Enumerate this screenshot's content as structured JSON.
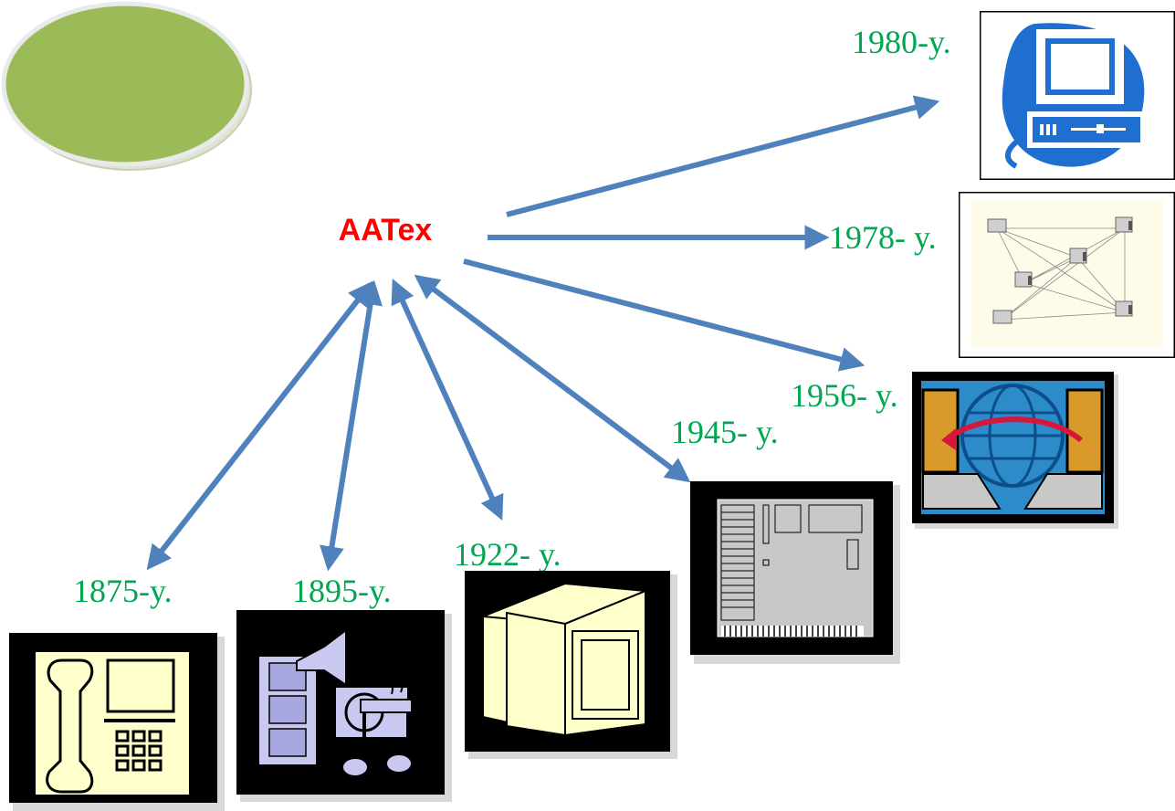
{
  "colors": {
    "hub_fill": "#9bbb59",
    "hub_text": "#ff0000",
    "arrow": "#4f81bd",
    "label": "#00a650",
    "clip_bg": "#000000",
    "clip_cream": "#ffffcc",
    "clip_blue": "#1f6fd0"
  },
  "hub": {
    "label": "AATex"
  },
  "labels": {
    "y1875": "1875-y.",
    "y1895": "1895-y.",
    "y1922": "1922- y.",
    "y1945": "1945- y.",
    "y1956": "1956- y.",
    "y1978": "1978- y.",
    "y1980": "1980-y."
  },
  "images": {
    "y1875": "telephone-icon",
    "y1895": "multimedia-icon",
    "y1922": "monitor-icon",
    "y1945": "computer-board-icon",
    "y1956": "network-globe-icon",
    "y1978": "computer-network-icon",
    "y1980": "personal-computer-icon"
  }
}
